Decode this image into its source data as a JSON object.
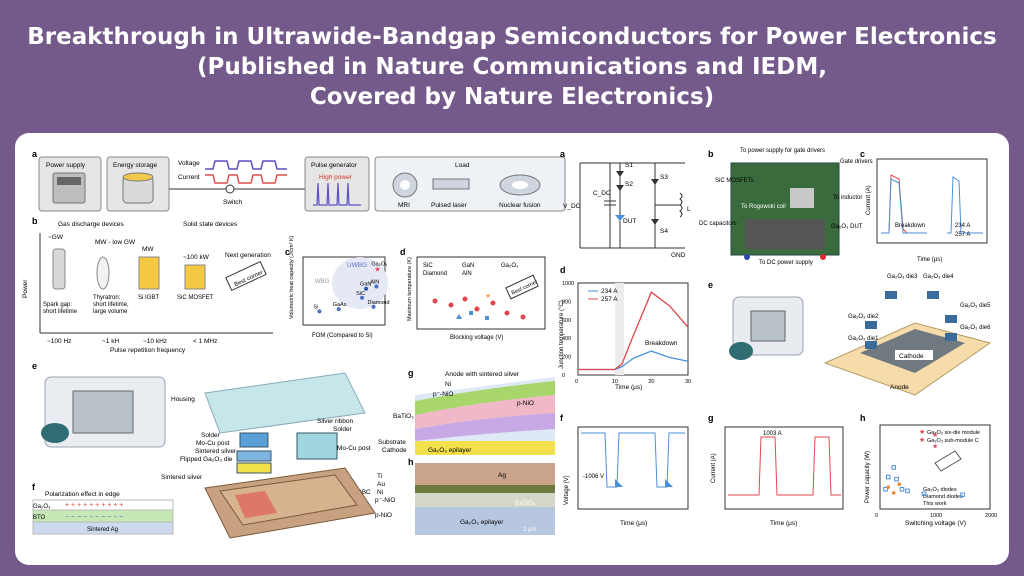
{
  "title": {
    "line1": "Breakthrough in Ultrawide-Bandgap Semiconductors for Power Electronics",
    "line2": "(Published in Nature Communications and IEDM,",
    "line3": "Covered by Nature Electronics)"
  },
  "left": {
    "a_label": "a",
    "power_supply": "Power supply",
    "energy_storage": "Energy storage",
    "voltage": "Voltage",
    "current": "Current",
    "switch": "Switch",
    "pulse_generator": "Pulse generator",
    "high_power": "High power",
    "load": "Load",
    "mri": "MRI",
    "pulsed_laser": "Pulsed laser",
    "nuclear_fusion": "Nuclear fusion",
    "b_label": "b",
    "gas_discharge": "Gas discharge devices",
    "solid_state": "Solid state devices",
    "power_axis": "Power",
    "gw": "~GW",
    "mw_gw": "MW - low GW",
    "mw": "MW",
    "kw100": "~100 kW",
    "next_gen": "Next generation",
    "best_corner": "Best corner",
    "spark_gap": "Spark gap:",
    "spark_gap2": "short lifetime",
    "thyratron": "Thyratron:",
    "thyratron2": "short lifetime,",
    "thyratron3": "large volume",
    "si_igbt": "Si IGBT",
    "sic_mosfet": "SiC MOSFET",
    "f1": "~100 Hz",
    "f2": "~1 kH",
    "f3": "~10 kHz",
    "f4": "< 1 MHz",
    "prf": "Pulse repetition frequency",
    "c_label": "c",
    "uwbg": "UWBG",
    "wbg": "WBG",
    "c_ylabel": "Volumetric heat capacity (J/cm³ K)",
    "c_xlabel": "FOM (Compared to Si)",
    "ga2o3": "Ga₂O₃",
    "gan": "GaN",
    "aln": "AlN",
    "diamond": "Diamond",
    "si": "Si",
    "gaas": "GaAs",
    "sic": "SiC",
    "d_label": "d",
    "d_ylabel": "Maximum temperature (K)",
    "d_xlabel": "Blocking voltage (V)",
    "legend_sic": "SiC",
    "legend_gan": "GaN",
    "legend_ga2o3": "Ga₂O₃",
    "legend_diamond": "Diamond",
    "legend_aln": "AlN",
    "e_label": "e",
    "housing": "Housing",
    "silver_ribbon": "Silver ribbon",
    "solder": "Solder",
    "solder2": "Solder",
    "mocu_post": "Mo-Cu post",
    "mocu_post2": "Mo-Cu post",
    "sintered_silver": "Sintered silver",
    "sintered_silver2": "Sintered silver",
    "flipped_die": "Flipped Ga₂O₃ die",
    "dbc": "DBC",
    "f_label": "f",
    "polarization": "Polarization effect in edge",
    "ga2o3_layer": "Ga₂O₃",
    "bto": "BTO",
    "sintered_ag": "Sintered Ag",
    "g_label": "g",
    "anode_sintered": "Anode with sintered silver",
    "ni": "Ni",
    "pnio": "p⁻-NiO",
    "pnio2": "p-NiO",
    "batio3": "BaTiO₃",
    "substrate": "Substrate",
    "cathode": "Cathode",
    "epilayer": "Ga₂O₃ epilayer",
    "h_label": "h",
    "ti": "Ti",
    "au": "Au",
    "ni2": "Ni",
    "pnio3": "p⁻-NiO",
    "pnio4": "p-NiO",
    "ag": "Ag",
    "batio3_2": "BaTiO₃",
    "epilayer2": "Ga₂O₃ epilayer",
    "scale": "2 μm"
  },
  "right": {
    "a_label": "a",
    "s1": "S1",
    "s2": "S2",
    "s3": "S3",
    "s4": "S4",
    "vdc": "V_DC",
    "cdc": "C_DC",
    "l": "L",
    "dut": "DUT",
    "gnd": "GND",
    "b_label": "b",
    "power_gate": "To power supply for gate drivers",
    "gate_drivers": "Gate drivers",
    "sic_mosfets": "SiC MOSFETs",
    "to_inductor": "To inductor",
    "rogowski": "To Rogowski coil",
    "dc_cap": "DC capacitors",
    "ga2o3_dut": "Ga₂O₃ DUT",
    "dc_supply": "To DC power supply",
    "c_label": "c",
    "c_ylabel": "Current (A)",
    "c_xlabel": "Time (μs)",
    "c_breakdown": "Breakdown",
    "c_234": "234 A",
    "c_257": "257 A",
    "d_label": "d",
    "d_ylabel": "Junction temperature (°C)",
    "d_xlabel": "Time (μs)",
    "d_234": "234 A",
    "d_257": "257 A",
    "d_breakdown": "Breakdown",
    "e_label": "e",
    "anode": "Anode",
    "cathode": "Cathode",
    "die1": "Ga₂O₃ die1",
    "die2": "Ga₂O₃ die2",
    "die3": "Ga₂O₃ die3",
    "die4": "Ga₂O₃ die4",
    "die5": "Ga₂O₃ die5",
    "die6": "Ga₂O₃ die6",
    "f_label": "f",
    "f_ylabel": "Voltage (V)",
    "f_xlabel": "Time (μs)",
    "f_annot": "-1006 V",
    "g_label": "g",
    "g_ylabel": "Current (A)",
    "g_xlabel": "Time (μs)",
    "g_annot": "1003 A",
    "h_label": "h",
    "h_ylabel": "Power capacity (W)",
    "h_xlabel": "Switching voltage (V)",
    "h_leg1": "Ga₂O₃ six-die module",
    "h_leg2": "Ga₂O₃ sub-module C",
    "h_leg3": "Ga₂O₃ diodes",
    "h_leg4": "Diamond diodes",
    "h_leg5": "This work"
  },
  "colors": {
    "bg": "#745a8b",
    "blue": "#4a90d9",
    "red": "#e0464b",
    "teal": "#3d6f7a"
  },
  "chart_data": [
    {
      "type": "scatter",
      "title": "",
      "xlabel": "FOM (Compared to Si)",
      "ylabel": "Volumetric heat capacity (J/cm³ K)",
      "xscale": "log",
      "xlim": [
        0.1,
        10000
      ],
      "ylim": [
        1.0,
        4.0
      ],
      "points": [
        {
          "label": "Si",
          "x": 1,
          "y": 1.6
        },
        {
          "label": "GaAs",
          "x": 15,
          "y": 1.7
        },
        {
          "label": "SiC",
          "x": 400,
          "y": 2.2
        },
        {
          "label": "GaN",
          "x": 700,
          "y": 2.6
        },
        {
          "label": "Diamond",
          "x": 2000,
          "y": 1.8
        },
        {
          "label": "AlN",
          "x": 3000,
          "y": 2.7
        },
        {
          "label": "Ga₂O₃",
          "x": 3400,
          "y": 3.5
        }
      ]
    },
    {
      "type": "line",
      "title": "",
      "xlabel": "Time (μs)",
      "ylabel": "Junction temperature (°C)",
      "xlim": [
        0,
        30
      ],
      "ylim": [
        0,
        1000
      ],
      "x": [
        0,
        10,
        12,
        15,
        20,
        25,
        30
      ],
      "series": [
        {
          "name": "234 A",
          "values": [
            60,
            60,
            90,
            180,
            260,
            190,
            150
          ]
        },
        {
          "name": "257 A",
          "values": [
            60,
            60,
            120,
            420,
            900,
            750,
            520
          ]
        }
      ]
    },
    {
      "type": "scatter",
      "title": "",
      "xlabel": "Switching voltage (V)",
      "ylabel": "Power capacity (W)",
      "xlim": [
        0,
        2000
      ],
      "ylim": [
        10,
        1000000
      ],
      "series": [
        {
          "name": "Ga₂O₃ six-die module",
          "points": [
            [
              1000,
              300000
            ]
          ]
        },
        {
          "name": "Ga₂O₃ sub-module C",
          "points": [
            [
              1000,
              60000
            ]
          ]
        },
        {
          "name": "Ga₂O₃ diodes",
          "points": [
            [
              150,
              800
            ],
            [
              250,
              3000
            ],
            [
              300,
              600
            ],
            [
              100,
              150
            ],
            [
              400,
              150
            ],
            [
              500,
              120
            ],
            [
              800,
              80
            ],
            [
              1500,
              70
            ]
          ]
        },
        {
          "name": "Diamond diodes",
          "points": [
            [
              150,
              200
            ],
            [
              250,
              90
            ],
            [
              350,
              300
            ]
          ]
        }
      ]
    }
  ]
}
